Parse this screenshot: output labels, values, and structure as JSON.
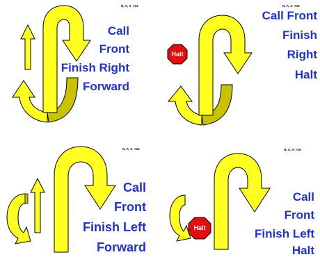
{
  "colors": {
    "arrow_fill": "#ffff22",
    "arrow_shade": "#c9c200",
    "text": "#1f33c9",
    "halt_sign": "#e20e0e"
  },
  "signs": [
    {
      "code": "N, A, X- #13",
      "lines": [
        "Call",
        "Front",
        "Finish Right",
        "Forward"
      ]
    },
    {
      "code": "N, A, X- #15",
      "lines": [
        "Call Front",
        "Finish",
        "Right",
        "Halt"
      ],
      "halt_label": "Halt"
    },
    {
      "code": "N, A, X- #14",
      "lines": [
        "Call",
        "Front",
        "Finish Left",
        "Forward"
      ]
    },
    {
      "code": "N, A, X- #16",
      "lines": [
        "Call",
        "Front",
        "Finish Left",
        "Halt"
      ],
      "halt_label": "Halt"
    }
  ]
}
